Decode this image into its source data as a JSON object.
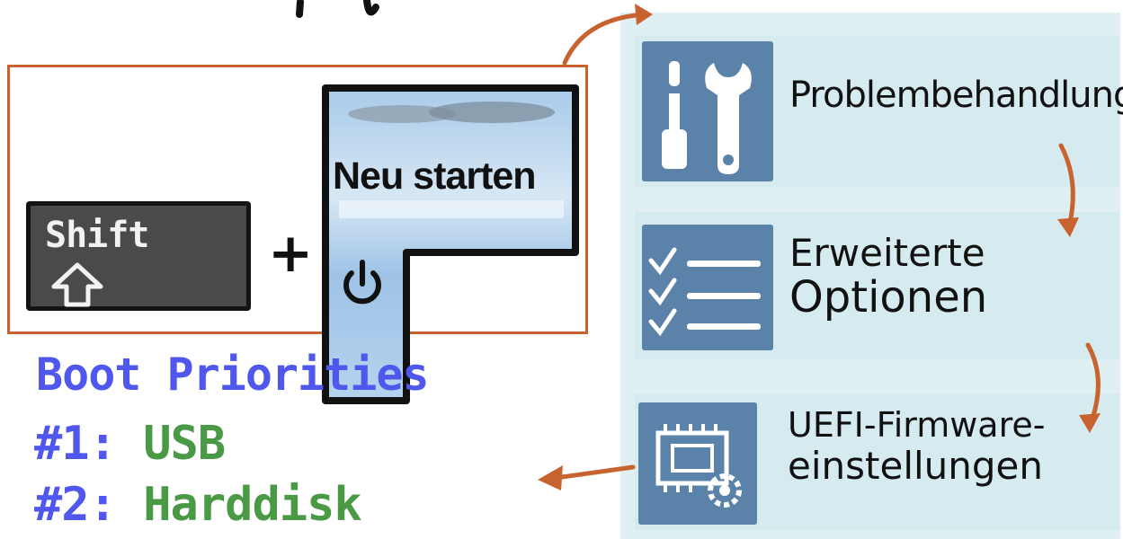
{
  "combo": {
    "shift_key_label": "Shift",
    "plus_symbol": "+",
    "restart_label": "Neu starten",
    "power_icon": "power-icon",
    "shift_icon": "shift-arrow-icon"
  },
  "menu": {
    "items": [
      {
        "label": "Problembehandlung",
        "icon": "tools-icon"
      },
      {
        "label_line1": "Erweiterte",
        "label_line2": "Optionen",
        "icon": "checklist-icon"
      },
      {
        "label_line1": "UEFI-Firmware-",
        "label_line2": "einstellungen",
        "icon": "chip-gear-icon"
      }
    ]
  },
  "boot": {
    "title": "Boot Priorities",
    "entries": [
      {
        "rank": "#1:",
        "device": "USB"
      },
      {
        "rank": "#2:",
        "device": "Harddisk"
      }
    ]
  },
  "colors": {
    "arrow": "#c8622f",
    "frame": "#c8622f",
    "icon_bg": "#5b83a9",
    "boot_blue": "#4f57ec",
    "boot_green": "#4a9a45"
  }
}
